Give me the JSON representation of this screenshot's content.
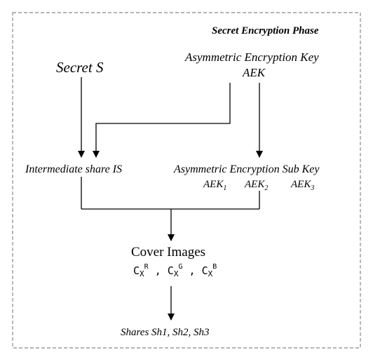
{
  "diagram": {
    "phase_title": "Secret Encryption Phase",
    "secret": "Secret S",
    "aek_title": "Asymmetric Encryption Key",
    "aek_short": "AEK",
    "intermediate": "Intermediate share IS",
    "subkey_title": "Asymmetric Encryption Sub Key",
    "subkeys": [
      {
        "base": "AEK",
        "sub": "1"
      },
      {
        "base": "AEK",
        "sub": "2"
      },
      {
        "base": "AEK",
        "sub": "3"
      }
    ],
    "cover_title": "Cover Images",
    "cover_formula": [
      {
        "base": "C",
        "sub": "X",
        "sup": "R"
      },
      {
        "base": "C",
        "sub": "X",
        "sup": "G"
      },
      {
        "base": "C",
        "sub": "X",
        "sup": "B"
      }
    ],
    "formula_separator": " , ",
    "shares": "Shares Sh1, Sh2, Sh3"
  }
}
